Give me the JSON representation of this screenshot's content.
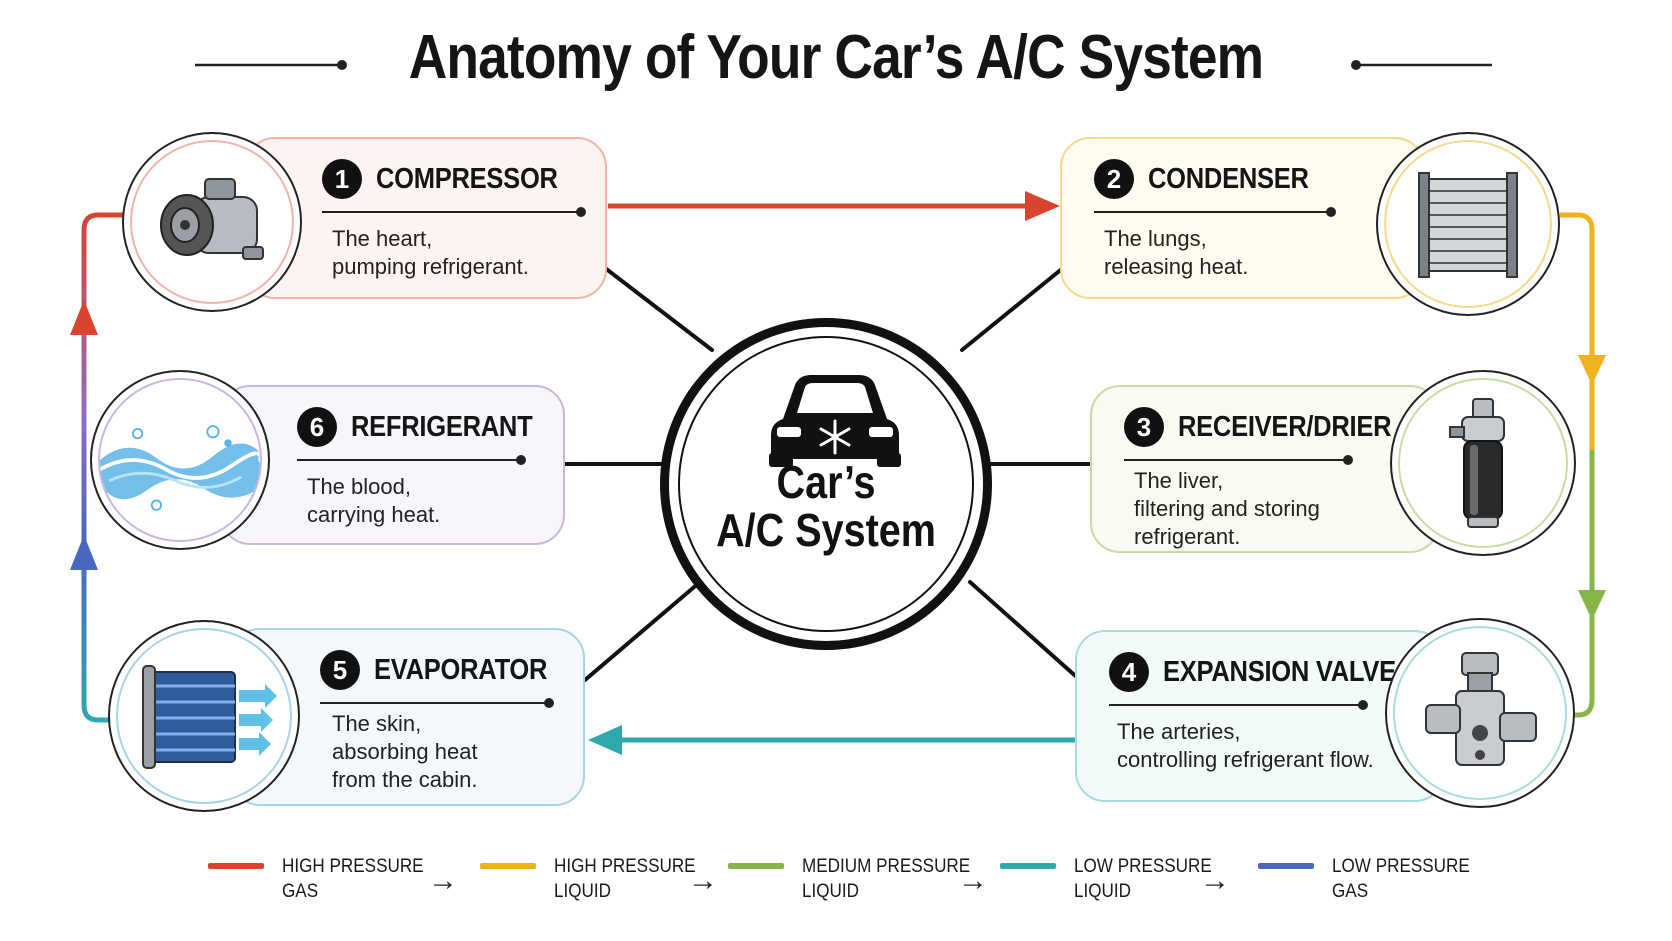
{
  "title": "Anatomy of Your Car’s A/C System",
  "center": {
    "line1": "Car’s",
    "line2": "A/C System",
    "icon": "car-snowflake-icon"
  },
  "components": {
    "compressor": {
      "number": "1",
      "name": "COMPRESSOR",
      "description": "The heart,\npumping refrigerant.",
      "color": "#d9442f",
      "icon": "compressor-icon"
    },
    "condenser": {
      "number": "2",
      "name": "CONDENSER",
      "description": "The lungs,\nreleasing heat.",
      "color": "#f0b21c",
      "icon": "condenser-icon"
    },
    "receiver": {
      "number": "3",
      "name": "RECEIVER/DRIER",
      "description": "The liver,\nfiltering and storing\nrefrigerant.",
      "color": "#86b54a",
      "icon": "receiver-drier-icon"
    },
    "expansion": {
      "number": "4",
      "name": "EXPANSION VALVE",
      "description": "The arteries,\ncontrolling refrigerant flow.",
      "color": "#2fa8b0",
      "icon": "expansion-valve-icon"
    },
    "evaporator": {
      "number": "5",
      "name": "EVAPORATOR",
      "description": "The skin,\nabsorbing heat\nfrom the cabin.",
      "color": "#3a9fd0",
      "icon": "evaporator-icon"
    },
    "refrigerant": {
      "number": "6",
      "name": "REFRIGERANT",
      "description": "The blood,\ncarrying heat.",
      "color": "#8f6fc2",
      "icon": "water-wave-icon"
    }
  },
  "legend": [
    {
      "label": "HIGH PRESSURE\nGAS",
      "color": "#d9442f"
    },
    {
      "label": "HIGH PRESSURE\nLIQUID",
      "color": "#f0b21c"
    },
    {
      "label": "MEDIUM PRESSURE\nLIQUID",
      "color": "#86b54a"
    },
    {
      "label": "LOW PRESSURE\nLIQUID",
      "color": "#2fa8b0"
    },
    {
      "label": "LOW PRESSURE\nGAS",
      "color": "#4a68c0"
    }
  ],
  "legend_arrow": "→"
}
